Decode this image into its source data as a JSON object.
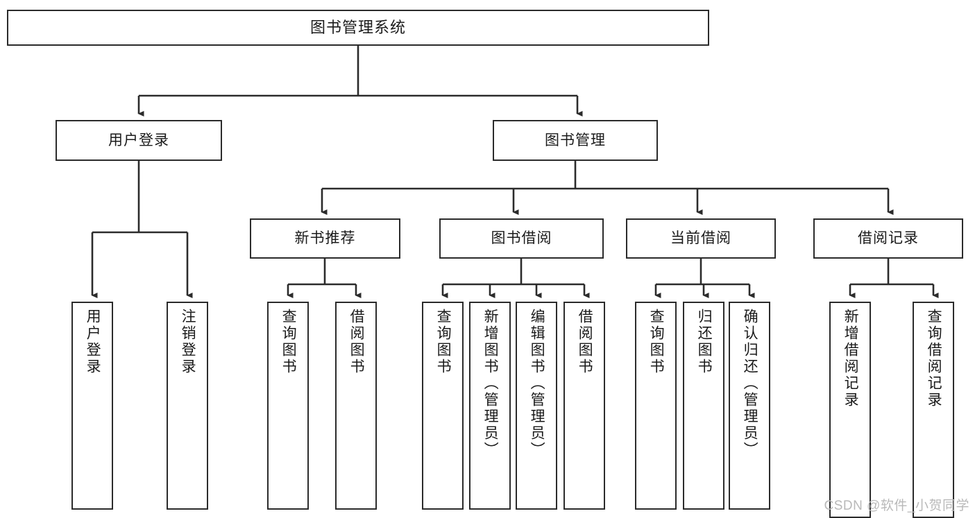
{
  "diagram": {
    "title": "图书管理系统",
    "watermark": "CSDN @软件_小贺同学",
    "colors": {
      "stroke": "#2b2b2b",
      "box_fill": "#ffffff",
      "text": "#1a1a1a",
      "watermark": "#b9b9b9",
      "background": "#ffffff"
    },
    "root": {
      "label": "图书管理系统"
    },
    "level1": [
      {
        "label": "用户登录"
      },
      {
        "label": "图书管理"
      }
    ],
    "level2": [
      {
        "label": "新书推荐"
      },
      {
        "label": "图书借阅"
      },
      {
        "label": "当前借阅"
      },
      {
        "label": "借阅记录"
      }
    ],
    "leaves": {
      "user_login": [
        {
          "label": "用户登录"
        },
        {
          "label": "注销登录"
        }
      ],
      "new_book": [
        {
          "label": "查询图书"
        },
        {
          "label": "借阅图书"
        }
      ],
      "book_borrow": [
        {
          "label": "查询图书"
        },
        {
          "label": "新增图书（管理员）"
        },
        {
          "label": "编辑图书（管理员）"
        },
        {
          "label": "借阅图书"
        }
      ],
      "current_borrow": [
        {
          "label": "查询图书"
        },
        {
          "label": "归还图书"
        },
        {
          "label": "确认归还（管理员）"
        }
      ],
      "borrow_record": [
        {
          "label": "新增借阅记录"
        },
        {
          "label": "查询借阅记录"
        }
      ]
    }
  }
}
